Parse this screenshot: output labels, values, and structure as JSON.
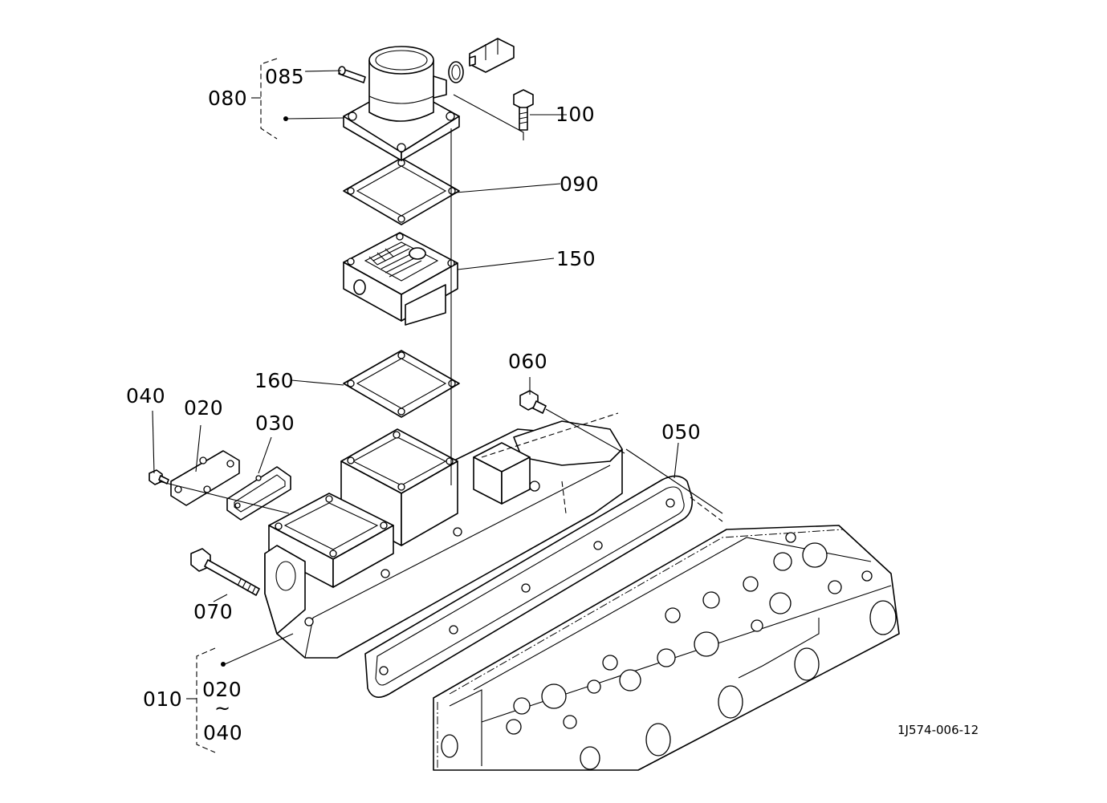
{
  "diagram": {
    "reference_code": "1J574-006-12",
    "callouts": {
      "p080": "080",
      "p085": "085",
      "p100": "100",
      "p090": "090",
      "p150": "150",
      "p160": "160",
      "p060": "060",
      "p040": "040",
      "p020": "020",
      "p030": "030",
      "p050": "050",
      "p070": "070",
      "p010": "010",
      "p010_from": "020",
      "p010_to": "040"
    },
    "range_separator": "~"
  }
}
